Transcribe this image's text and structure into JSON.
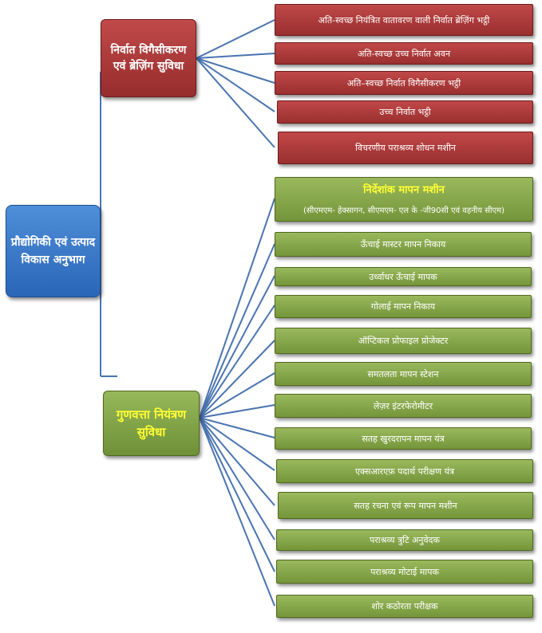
{
  "root": {
    "label": "प्रौद्योगिकी एवं उत्पाद विकास अनुभाग"
  },
  "categories": [
    {
      "label": "निर्वात विगैसीकरण एवं ब्रेज़िंग सुविधा",
      "items": [
        "अति-स्वच्छ नियंत्रित वातावरण वाली निर्वात ब्रेज़िंग भट्ठी",
        "अति-स्वच्छ उच्च निर्वात अवन",
        "अति–स्वच्छ निर्वात विगैसीकरण भट्ठी",
        "उच्च निर्वात भट्ठी",
        "विचरणीय पराश्रव्य शोधन मशीन"
      ]
    },
    {
      "label": "गुणवत्ता नियंत्रण सुविधा",
      "first_item": {
        "title": "निर्देशांक मापन मशीन",
        "subtitle": "(सीएमएम- हेक्सागन, सीएमएम- एल के -जी90सी एवं वहनीय सीएम)"
      },
      "items": [
        "ऊँचाई मास्टर मापन निकाय",
        "उर्ध्वाधर ऊँचाई मापक",
        "गोलाई मापन निकाय",
        "ऑप्टिकल प्रोफाइल प्रोजेक्टर",
        "समतलता मापन स्टेशन",
        "लेज़र इंटरफेरोमीटर",
        "सतह खुरदरापन मापन यंत्र",
        "एक्सआरएफ़ पदार्थ परीक्षण यंत्र",
        "सतह रचना एवं रूप मापन मशीन",
        "पराश्रव्य त्रुटि अनुवेदक",
        "पराश्रव्य मोटाई मापक",
        "शोर कठोरता परीक्षक"
      ]
    }
  ],
  "colors": {
    "connector": "#4a74b0",
    "root": "#2f6fc0",
    "category_red": "#a83838",
    "category_green": "#82a244",
    "category_green_text": "#ffff33"
  }
}
